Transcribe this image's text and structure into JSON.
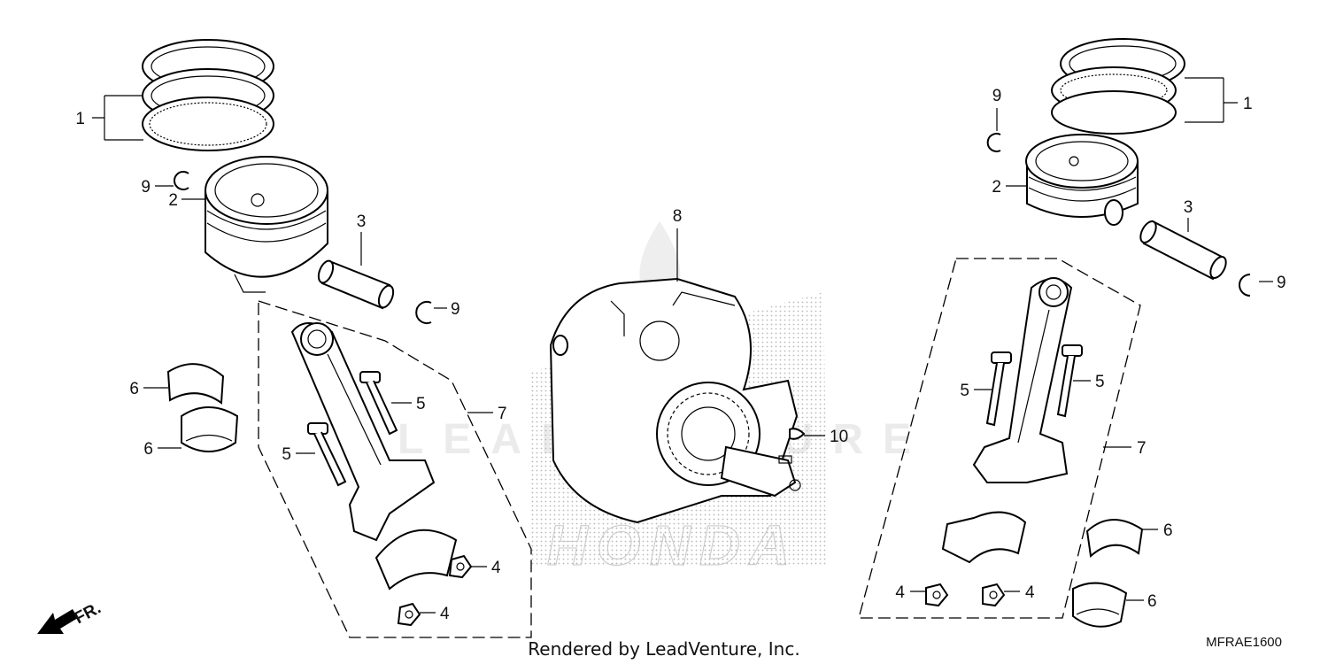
{
  "diagram": {
    "watermark_text": "LEADVENTURE",
    "brand_text": "HONDA",
    "footer_credit": "Rendered by LeadVenture, Inc.",
    "diagram_code": "MFRAE1600",
    "direction_label": "FR.",
    "callouts": {
      "left_rings": "1",
      "left_piston": "2",
      "left_pin": "3",
      "left_clip_top": "9",
      "left_clip_pin": "9",
      "left_bearing_top": "6",
      "left_bearing_bottom": "6",
      "left_bolt_upper": "5",
      "left_bolt_lower": "5",
      "left_rod_assy": "7",
      "left_nut_upper": "4",
      "left_nut_lower": "4",
      "crankshaft": "8",
      "woodruff_key": "10",
      "right_rings": "1",
      "right_clip_top": "9",
      "right_piston": "2",
      "right_pin": "3",
      "right_clip_pin": "9",
      "right_bolt_left": "5",
      "right_bolt_right": "5",
      "right_rod_assy": "7",
      "right_bearing_top": "6",
      "right_bearing_bottom": "6",
      "right_nut_left": "4",
      "right_nut_right": "4"
    }
  }
}
